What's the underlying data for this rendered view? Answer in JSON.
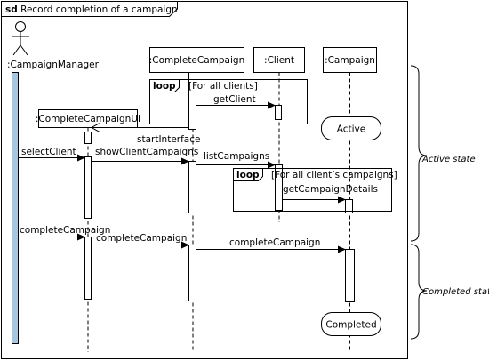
{
  "frame": {
    "keyword": "sd",
    "title": "Record completion of a campaign"
  },
  "actor": {
    "name": ":CampaignManager"
  },
  "lifelines": {
    "complete_campaign": ":CompleteCampaign",
    "client": ":Client",
    "campaign": ":Campaign",
    "ui": ":CompleteCampaignUI"
  },
  "fragments": [
    {
      "keyword": "loop",
      "guard": "[For all clients]"
    },
    {
      "keyword": "loop",
      "guard": "[For all client’s campaigns]"
    }
  ],
  "messages": {
    "get_client": "getClient",
    "start_interface": "startInterface",
    "select_client": "selectClient",
    "show_client_campaigns": "showClientCampaigns",
    "list_campaigns": "listCampaigns",
    "get_campaign_details": "getCampaignDetails",
    "complete_campaign_1": "completeCampaign",
    "complete_campaign_2": "completeCampaign",
    "complete_campaign_3": "completeCampaign"
  },
  "states": {
    "active": "Active",
    "completed": "Completed",
    "active_note": "Active state",
    "completed_note": "Completed state"
  }
}
